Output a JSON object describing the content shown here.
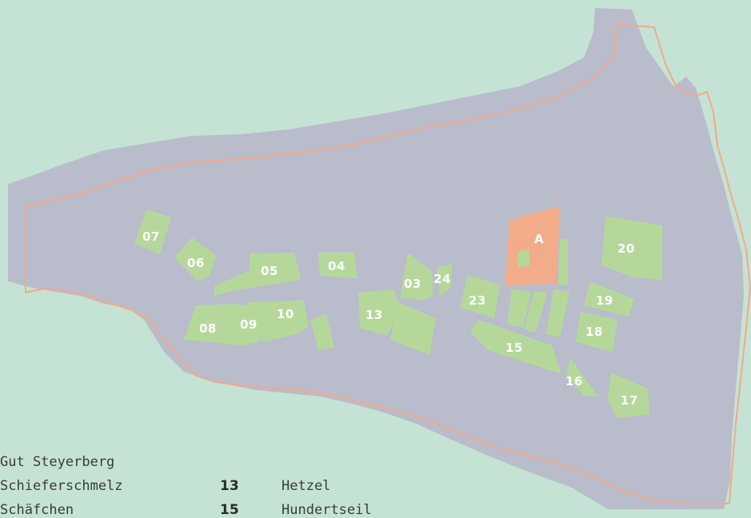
{
  "colors": {
    "background": "#c5e3d4",
    "land": "#b9bccb",
    "plot": "#b5d89a",
    "plot_highlight": "#f2ac8a",
    "boundary": "#f2a98a"
  },
  "plots": {
    "p07": "07",
    "p06": "06",
    "p05": "05",
    "p04": "04",
    "p03": "03",
    "p24": "24",
    "pA": "A",
    "p20": "20",
    "p23": "23",
    "p19": "19",
    "p18": "18",
    "p15": "15",
    "p16": "16",
    "p17": "17",
    "p13": "13",
    "p10": "10",
    "p09": "09",
    "p08": "08"
  },
  "legend": {
    "left": [
      "Gut Steyerberg",
      "Schieferschmelz",
      "Schäfchen"
    ],
    "right": [
      {
        "number": "13",
        "name": "Hetzel"
      },
      {
        "number": "15",
        "name": "Hundertseil"
      }
    ]
  }
}
